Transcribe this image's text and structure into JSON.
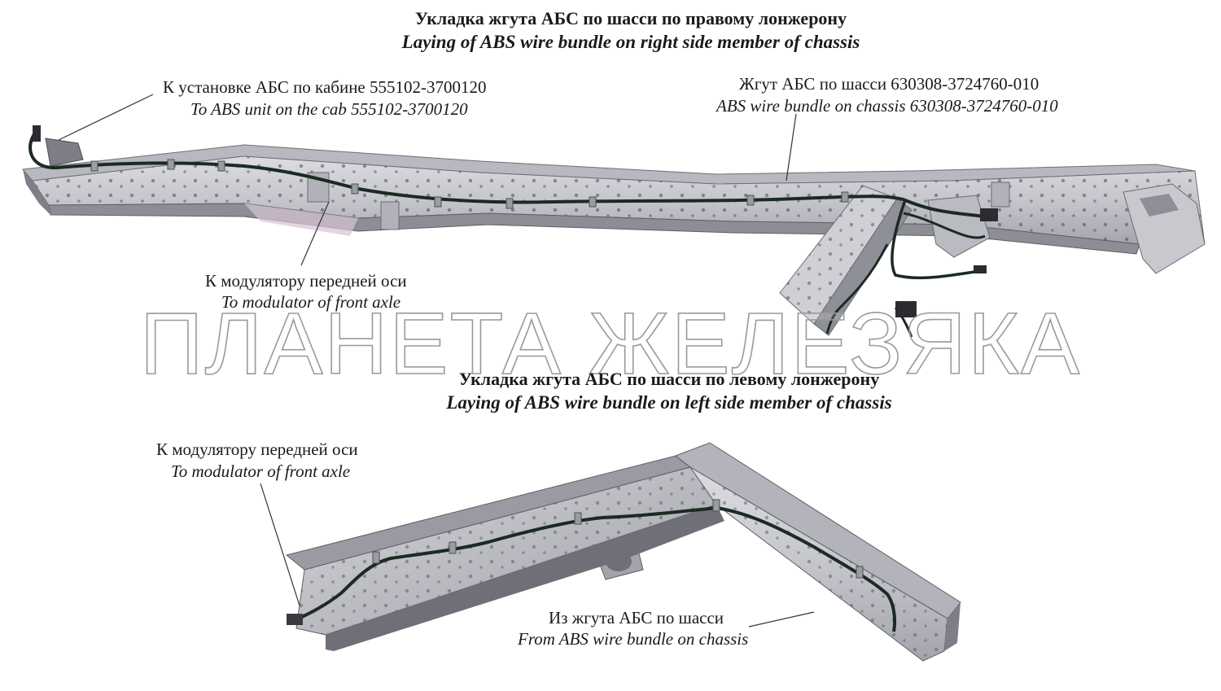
{
  "top_diagram": {
    "title_ru": "Укладка жгута АБС по шасси по правому лонжерону",
    "title_en": "Laying of ABS wire bundle on right side member of chassis",
    "callout_cab": {
      "ru": "К установке АБС по кабине 555102-3700120",
      "en": "To ABS unit on the cab 555102-3700120"
    },
    "callout_bundle": {
      "ru": "Жгут АБС по шасси 630308-3724760-010",
      "en": "ABS wire bundle on chassis 630308-3724760-010"
    },
    "callout_modulator": {
      "ru": "К модулятору передней оси",
      "en": "To modulator of front axle"
    }
  },
  "bottom_diagram": {
    "title_ru": "Укладка жгута АБС по шасси по левому лонжерону",
    "title_en": "Laying of ABS wire bundle on left side member of chassis",
    "callout_modulator": {
      "ru": "К модулятору передней оси",
      "en": "To modulator of front axle"
    },
    "callout_from_bundle": {
      "ru": "Из жгута АБС по шасси",
      "en": "From ABS wire bundle on chassis"
    }
  },
  "watermark": "ПЛАНЕТА ЖЕЛЕЗЯКА",
  "colors": {
    "frame_light": "#c9c9cf",
    "frame_mid": "#a9a9b0",
    "frame_dark": "#6e6e76",
    "cable": "#1b2a22",
    "leader": "#333333"
  }
}
